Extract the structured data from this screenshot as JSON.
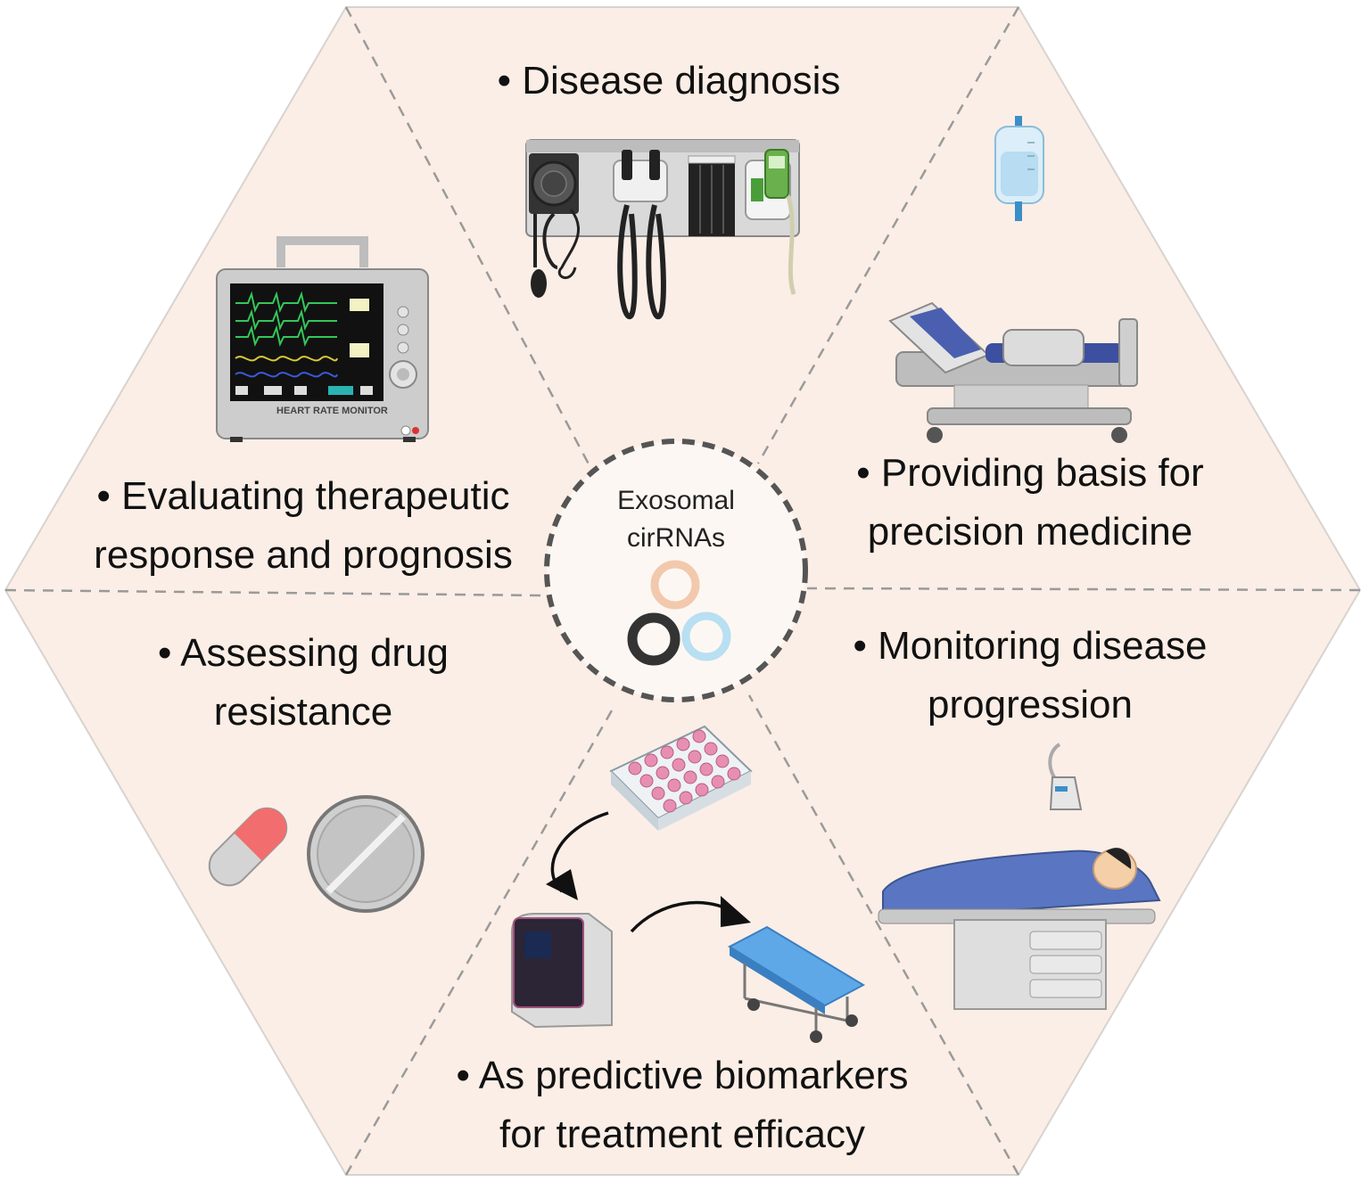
{
  "center": {
    "line1": "Exosomal",
    "line2": "cirRNAs"
  },
  "segments": {
    "top": {
      "bullet": "•",
      "line1": "Disease diagnosis"
    },
    "upper_right": {
      "bullet": "•",
      "line1": "Providing basis for",
      "line2": "precision medicine"
    },
    "lower_right": {
      "bullet": "•",
      "line1": "Monitoring disease",
      "line2": "progression"
    },
    "bottom": {
      "bullet": "•",
      "line1": "As predictive biomarkers",
      "line2": "for treatment efficacy"
    },
    "lower_left": {
      "bullet": "•",
      "line1": "Assessing drug",
      "line2": "resistance"
    },
    "upper_left": {
      "bullet": "•",
      "line1": "Evaluating therapeutic",
      "line2": "response and prognosis"
    }
  },
  "device_text": {
    "monitor": "HEART RATE MONITOR"
  },
  "colors": {
    "hexagon_fill": "#fbeee6",
    "divider": "#9a9a9a",
    "center_ring": "#555555",
    "ring_orange": "#f2c9ad",
    "ring_black": "#333333",
    "ring_blue": "#b8dff2"
  }
}
